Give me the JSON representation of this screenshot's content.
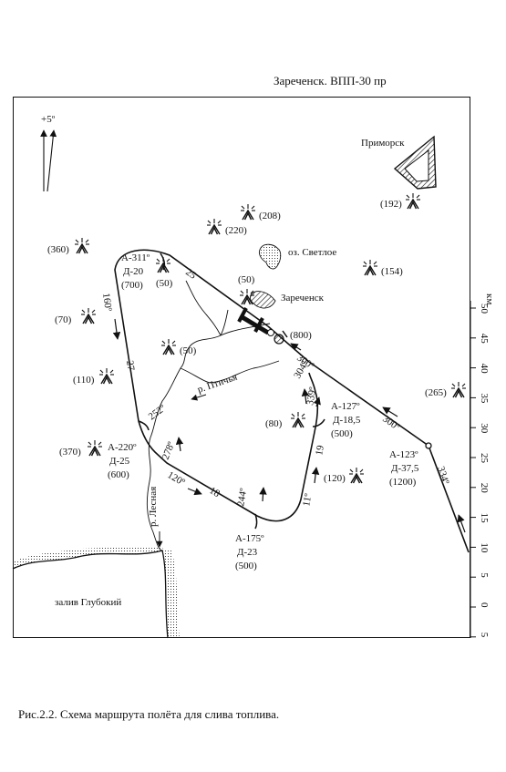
{
  "title": "Зареченск. ВПП-30 пр",
  "caption": "Рис.2.2. Схема маршрута полёта для слива топлива.",
  "north": {
    "label": "+5º"
  },
  "scale": {
    "unit": "км",
    "ticks": [
      "50",
      "45",
      "40",
      "35",
      "30",
      "25",
      "20",
      "15",
      "10",
      "5",
      "0",
      "5"
    ]
  },
  "places": {
    "town": "Зареченск",
    "primorsk": "Приморск",
    "lake": "оз. Светлое",
    "bay": "залив Глубокий",
    "river_bird": "р. Птичья",
    "river_forest": "р. Лесная"
  },
  "obstacles": [
    "(360)",
    "(220)",
    "(208)",
    "(192)",
    "(154)",
    "(50)",
    "(50)",
    "(70)",
    "(50)",
    "(110)",
    "(80)",
    "(265)",
    "(370)",
    "(120)"
  ],
  "legs": [
    "25",
    "160º",
    "27",
    "252º",
    "278º",
    "120º",
    "18",
    "244º",
    "11º",
    "19",
    "339º",
    "304º",
    "300º",
    "300º",
    "334º"
  ],
  "turns": [
    {
      "a": "А-311º",
      "d": "Д-20",
      "h": "(700)"
    },
    {
      "a": "А-220º",
      "d": "Д-25",
      "h": "(600)"
    },
    {
      "a": "А-175º",
      "d": "Д-23",
      "h": "(500)"
    },
    {
      "a": "А-127º",
      "d": "Д-18,5",
      "h": "(500)"
    },
    {
      "a": "А-123º",
      "d": "Д-37,5",
      "h": "(1200)"
    }
  ],
  "airport_height": "(800)"
}
